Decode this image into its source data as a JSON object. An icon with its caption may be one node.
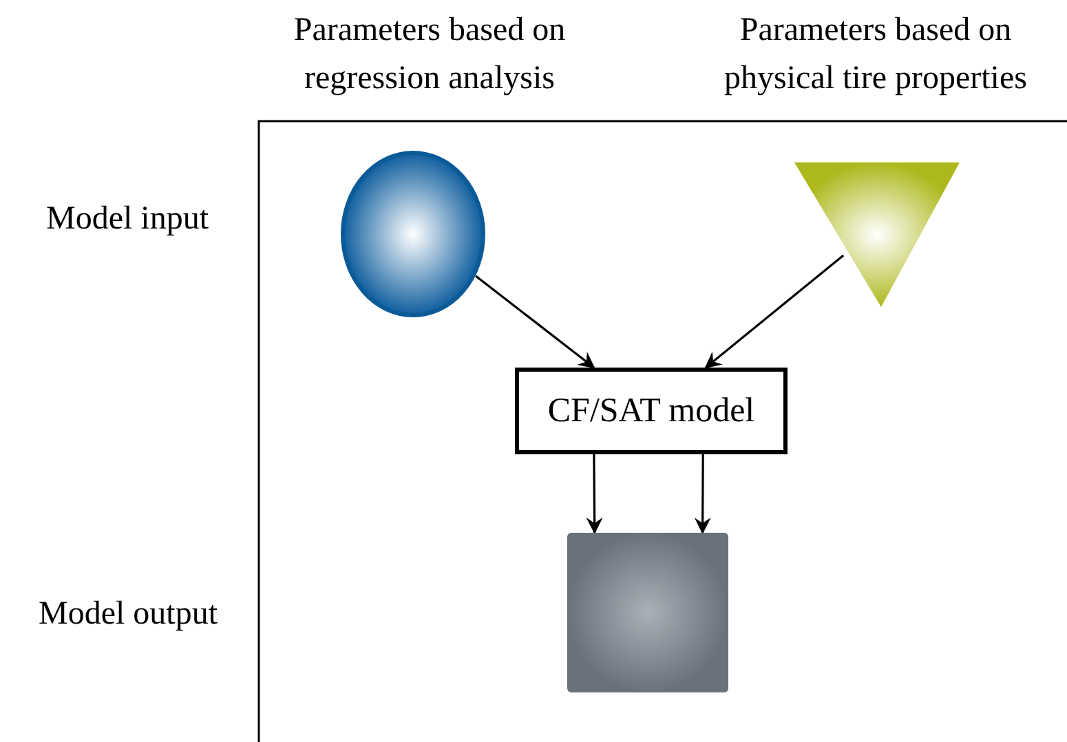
{
  "diagram": {
    "nodes": [
      {
        "text": [],
        "shape": "circle"
      },
      {
        "text": [],
        "shape": "triangle"
      },
      {
        "text": [
          "CF/SAT model"
        ]
      },
      {
        "text": [],
        "shape": "box"
      }
    ],
    "edges": [
      {
        "from": 0,
        "to": 2,
        "arrow": "to"
      },
      {
        "from": 1,
        "to": 2,
        "arrow": "to"
      },
      {
        "from": 2,
        "to": 3,
        "arrow": "to"
      },
      {
        "from": 2,
        "to": 3,
        "arrow": "to"
      }
    ],
    "labels": [
      "Parameters based on regression analysis",
      "Parameters based on physical tire properties",
      "Model input",
      "Model output"
    ]
  }
}
